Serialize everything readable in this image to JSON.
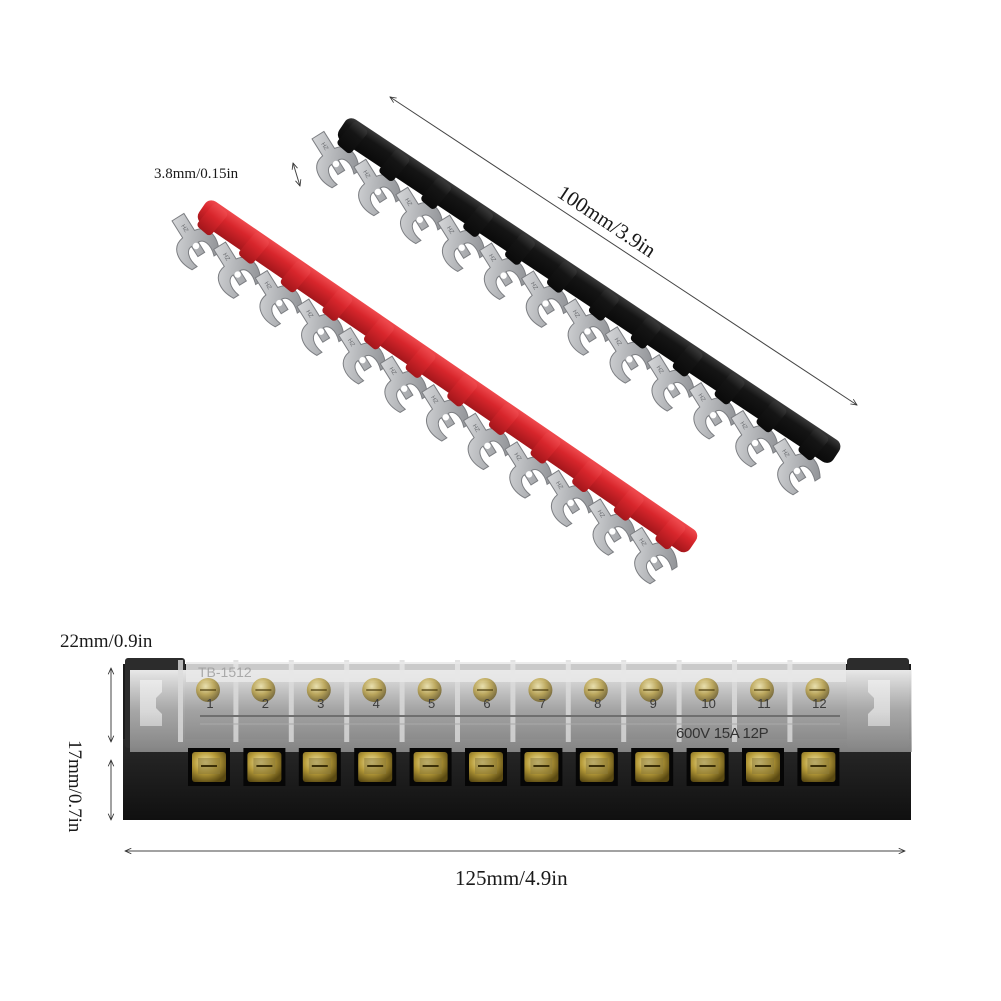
{
  "dimensions": {
    "jumper_length": "100mm/3.9in",
    "fork_width": "3.8mm/0.15in",
    "block_height": "22mm/0.9in",
    "block_depth": "17mm/0.7in",
    "block_length": "125mm/4.9in"
  },
  "terminal_block": {
    "model": "TB-1512",
    "rating": "600V 15A 12P",
    "positions": [
      "1",
      "2",
      "3",
      "4",
      "5",
      "6",
      "7",
      "8",
      "9",
      "10",
      "11",
      "12"
    ]
  },
  "jumpers": {
    "count": 12,
    "fork_stamp": "HZ",
    "colors": {
      "black": "#141414",
      "red": "#d8262c",
      "metal": "#b9bbbe"
    }
  }
}
